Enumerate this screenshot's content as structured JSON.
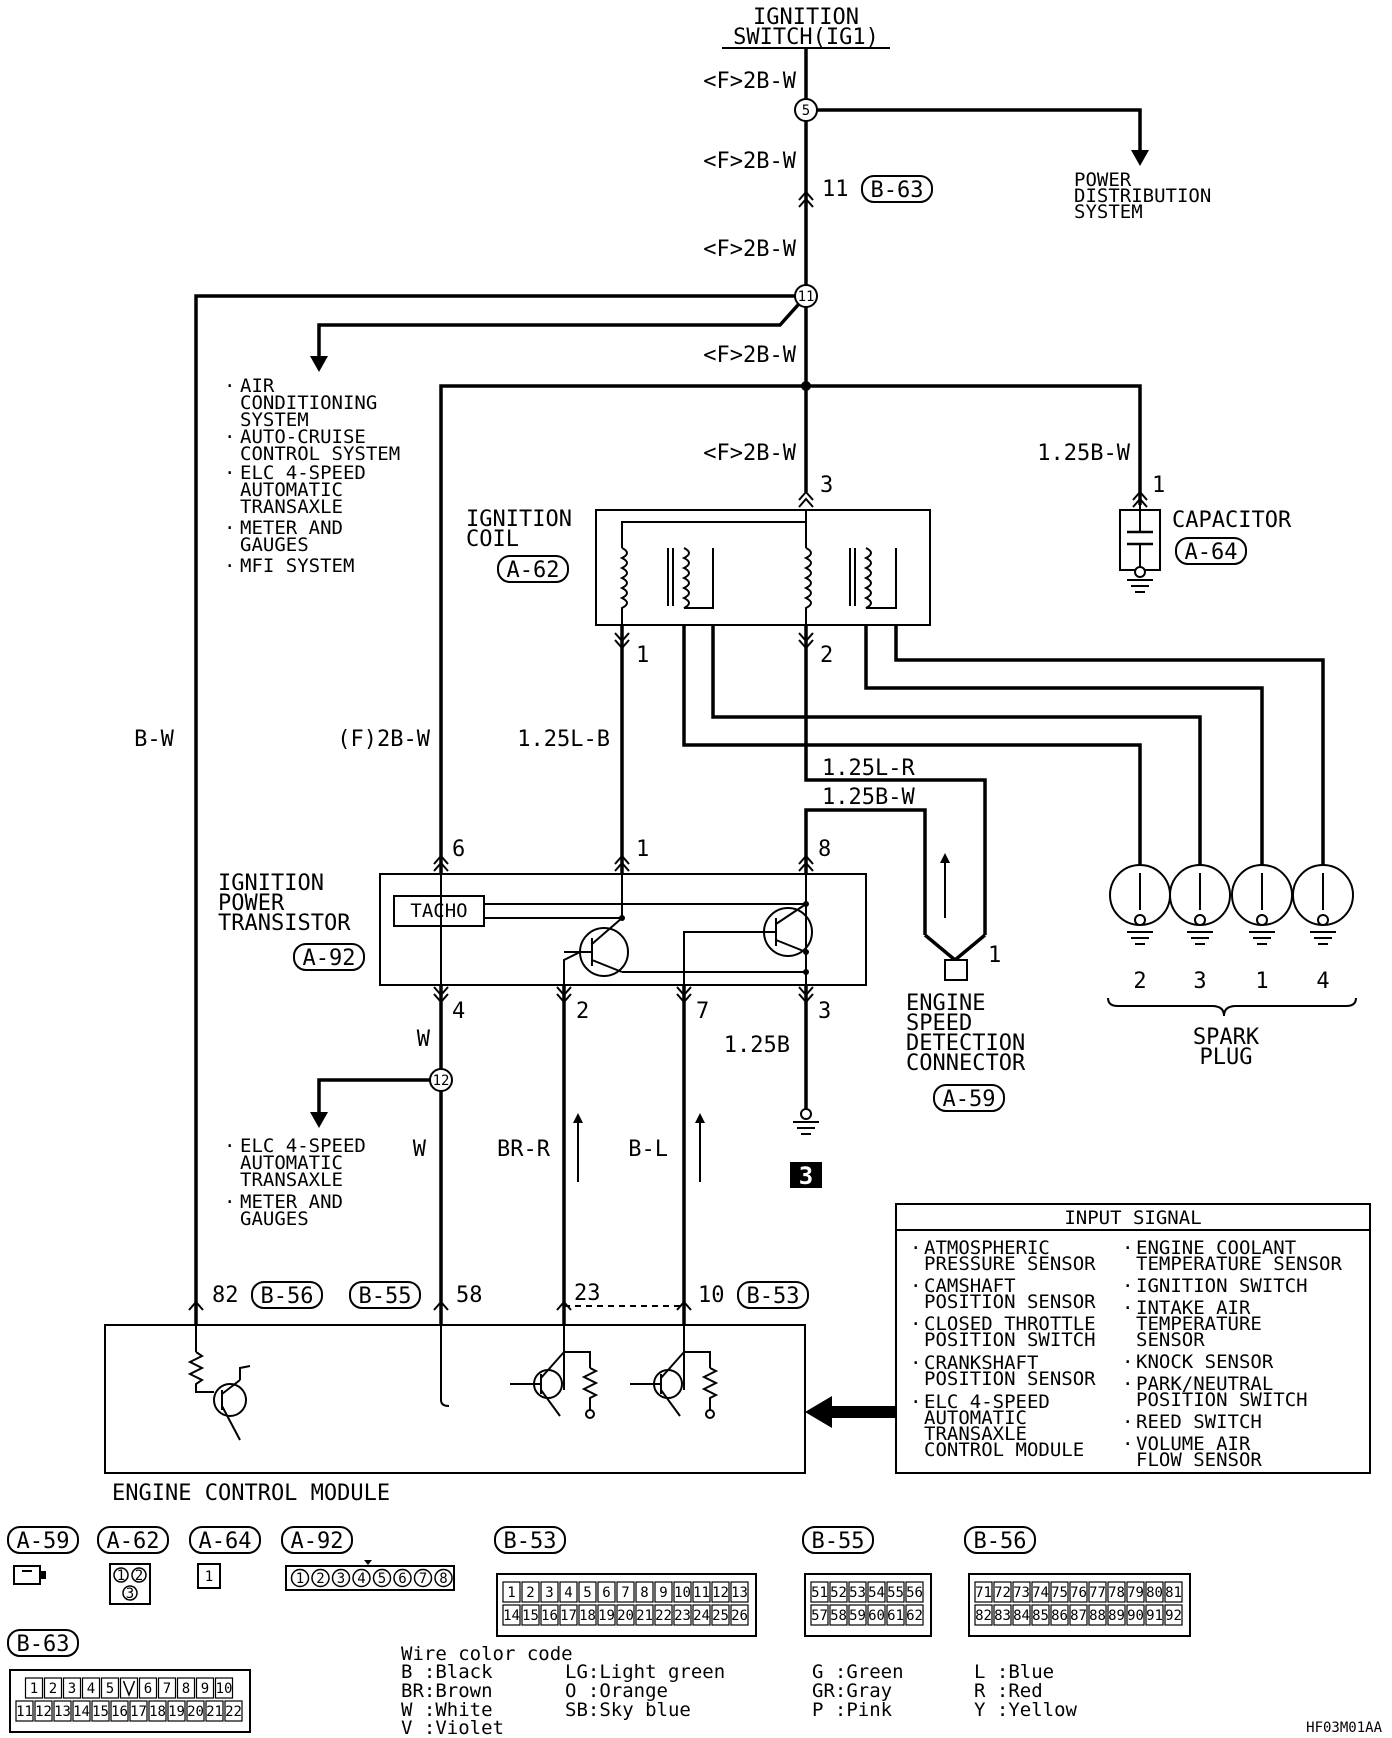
{
  "diagram": {
    "ignition_switch": [
      "IGNITION",
      "SWITCH(IG1)"
    ],
    "wire_2bw": "<F>2B-W",
    "wire_2bw_b": "(F)2B-W",
    "junction_5": "5",
    "junction_11": "11",
    "junction_12": "12",
    "b63_pin": "11",
    "b63": "B-63",
    "power_distribution": [
      "POWER",
      "DISTRIBUTION",
      "SYSTEM"
    ],
    "left_systems": [
      [
        "AIR",
        "CONDITIONING",
        "SYSTEM"
      ],
      [
        "AUTO-CRUISE",
        "CONTROL SYSTEM"
      ],
      [
        "ELC 4-SPEED",
        "AUTOMATIC",
        "TRANSAXLE"
      ],
      [
        "METER AND",
        "GAUGES"
      ],
      [
        "MFI SYSTEM"
      ]
    ],
    "wire_125bw": "1.25B-W",
    "capacitor_label": "CAPACITOR",
    "capacitor_conn": "A-64",
    "capacitor_pin": "1",
    "coil_label": [
      "IGNITION",
      "COIL"
    ],
    "coil_conn": "A-62",
    "coil_pin_3": "3",
    "coil_pin_1": "1",
    "coil_pin_2": "2",
    "wire_bw": "B-W",
    "wire_125lb": "1.25L-B",
    "wire_125lr": "1.25L-R",
    "wire_125bw_b": "1.25B-W",
    "transistor_label": [
      "IGNITION",
      "POWER",
      "TRANSISTOR"
    ],
    "transistor_conn": "A-92",
    "tacho": "TACHO",
    "tr_pins": [
      "6",
      "1",
      "8",
      "4",
      "2",
      "7",
      "3"
    ],
    "wire_125b": "1.25B",
    "ground_ref": "3",
    "esd_label": [
      "ENGINE",
      "SPEED",
      "DETECTION",
      "CONNECTOR"
    ],
    "esd_conn": "A-59",
    "esd_pin": "1",
    "spark_numbers": [
      "2",
      "3",
      "1",
      "4"
    ],
    "spark_label": [
      "SPARK",
      "PLUG"
    ],
    "wire_w": "W",
    "wire_brr": "BR-R",
    "wire_bl": "B-L",
    "lower_systems": [
      [
        "ELC 4-SPEED",
        "AUTOMATIC",
        "TRANSAXLE"
      ],
      [
        "METER AND",
        "GAUGES"
      ]
    ],
    "ecm_pins": [
      "82",
      "58",
      "23",
      "10"
    ],
    "ecm_conns": [
      "B-56",
      "B-55",
      "B-53"
    ],
    "ecm_label": "ENGINE CONTROL MODULE",
    "input_title": "INPUT SIGNAL",
    "input_left": [
      [
        "ATMOSPHERIC",
        "PRESSURE SENSOR"
      ],
      [
        "CAMSHAFT",
        "POSITION SENSOR"
      ],
      [
        "CLOSED THROTTLE",
        "POSITION SWITCH"
      ],
      [
        "CRANKSHAFT",
        "POSITION SENSOR"
      ],
      [
        "ELC 4-SPEED",
        "AUTOMATIC",
        "TRANSAXLE",
        "CONTROL MODULE"
      ]
    ],
    "input_right": [
      [
        "ENGINE COOLANT",
        "TEMPERATURE SENSOR"
      ],
      [
        "IGNITION SWITCH"
      ],
      [
        "INTAKE AIR",
        "TEMPERATURE",
        "SENSOR"
      ],
      [
        "KNOCK SENSOR"
      ],
      [
        "PARK/NEUTRAL",
        "POSITION SWITCH"
      ],
      [
        "REED SWITCH"
      ],
      [
        "VOLUME AIR",
        "FLOW SENSOR"
      ]
    ]
  },
  "connectors": {
    "a59": "A-59",
    "a62": "A-62",
    "a64": "A-64",
    "a92": "A-92",
    "b53": "B-53",
    "b55": "B-55",
    "b56": "B-56",
    "b63": "B-63",
    "a62_pins": [
      "1",
      "2",
      "3"
    ],
    "a64_pins": [
      "1"
    ],
    "a92_pins": [
      "1",
      "2",
      "3",
      "4",
      "5",
      "6",
      "7",
      "8"
    ],
    "b53_rows": [
      [
        "1",
        "2",
        "3",
        "4",
        "5",
        "6",
        "7",
        "8",
        "9",
        "10",
        "11",
        "12",
        "13"
      ],
      [
        "14",
        "15",
        "16",
        "17",
        "18",
        "19",
        "20",
        "21",
        "22",
        "23",
        "24",
        "25",
        "26"
      ]
    ],
    "b55_rows": [
      [
        "51",
        "52",
        "53",
        "54",
        "55",
        "56"
      ],
      [
        "57",
        "58",
        "59",
        "60",
        "61",
        "62"
      ]
    ],
    "b56_rows": [
      [
        "71",
        "72",
        "73",
        "74",
        "75",
        "76",
        "77",
        "78",
        "79",
        "80",
        "81"
      ],
      [
        "82",
        "83",
        "84",
        "85",
        "86",
        "87",
        "88",
        "89",
        "90",
        "91",
        "92"
      ]
    ],
    "b63_rows": [
      [
        "1",
        "2",
        "3",
        "4",
        "5",
        "",
        "6",
        "7",
        "8",
        "9",
        "10"
      ],
      [
        "11",
        "12",
        "13",
        "14",
        "15",
        "16",
        "17",
        "18",
        "19",
        "20",
        "21",
        "22"
      ]
    ]
  },
  "legend": {
    "title": "Wire color code",
    "items": [
      [
        "B :Black",
        "BR:Brown",
        "W :White",
        "V :Violet"
      ],
      [
        "LG:Light green",
        "O :Orange",
        "SB:Sky blue"
      ],
      [
        "G :Green",
        "GR:Gray",
        "P :Pink"
      ],
      [
        "L :Blue",
        "R :Red",
        "Y :Yellow"
      ]
    ]
  },
  "figure_id": "HF03M01AA"
}
